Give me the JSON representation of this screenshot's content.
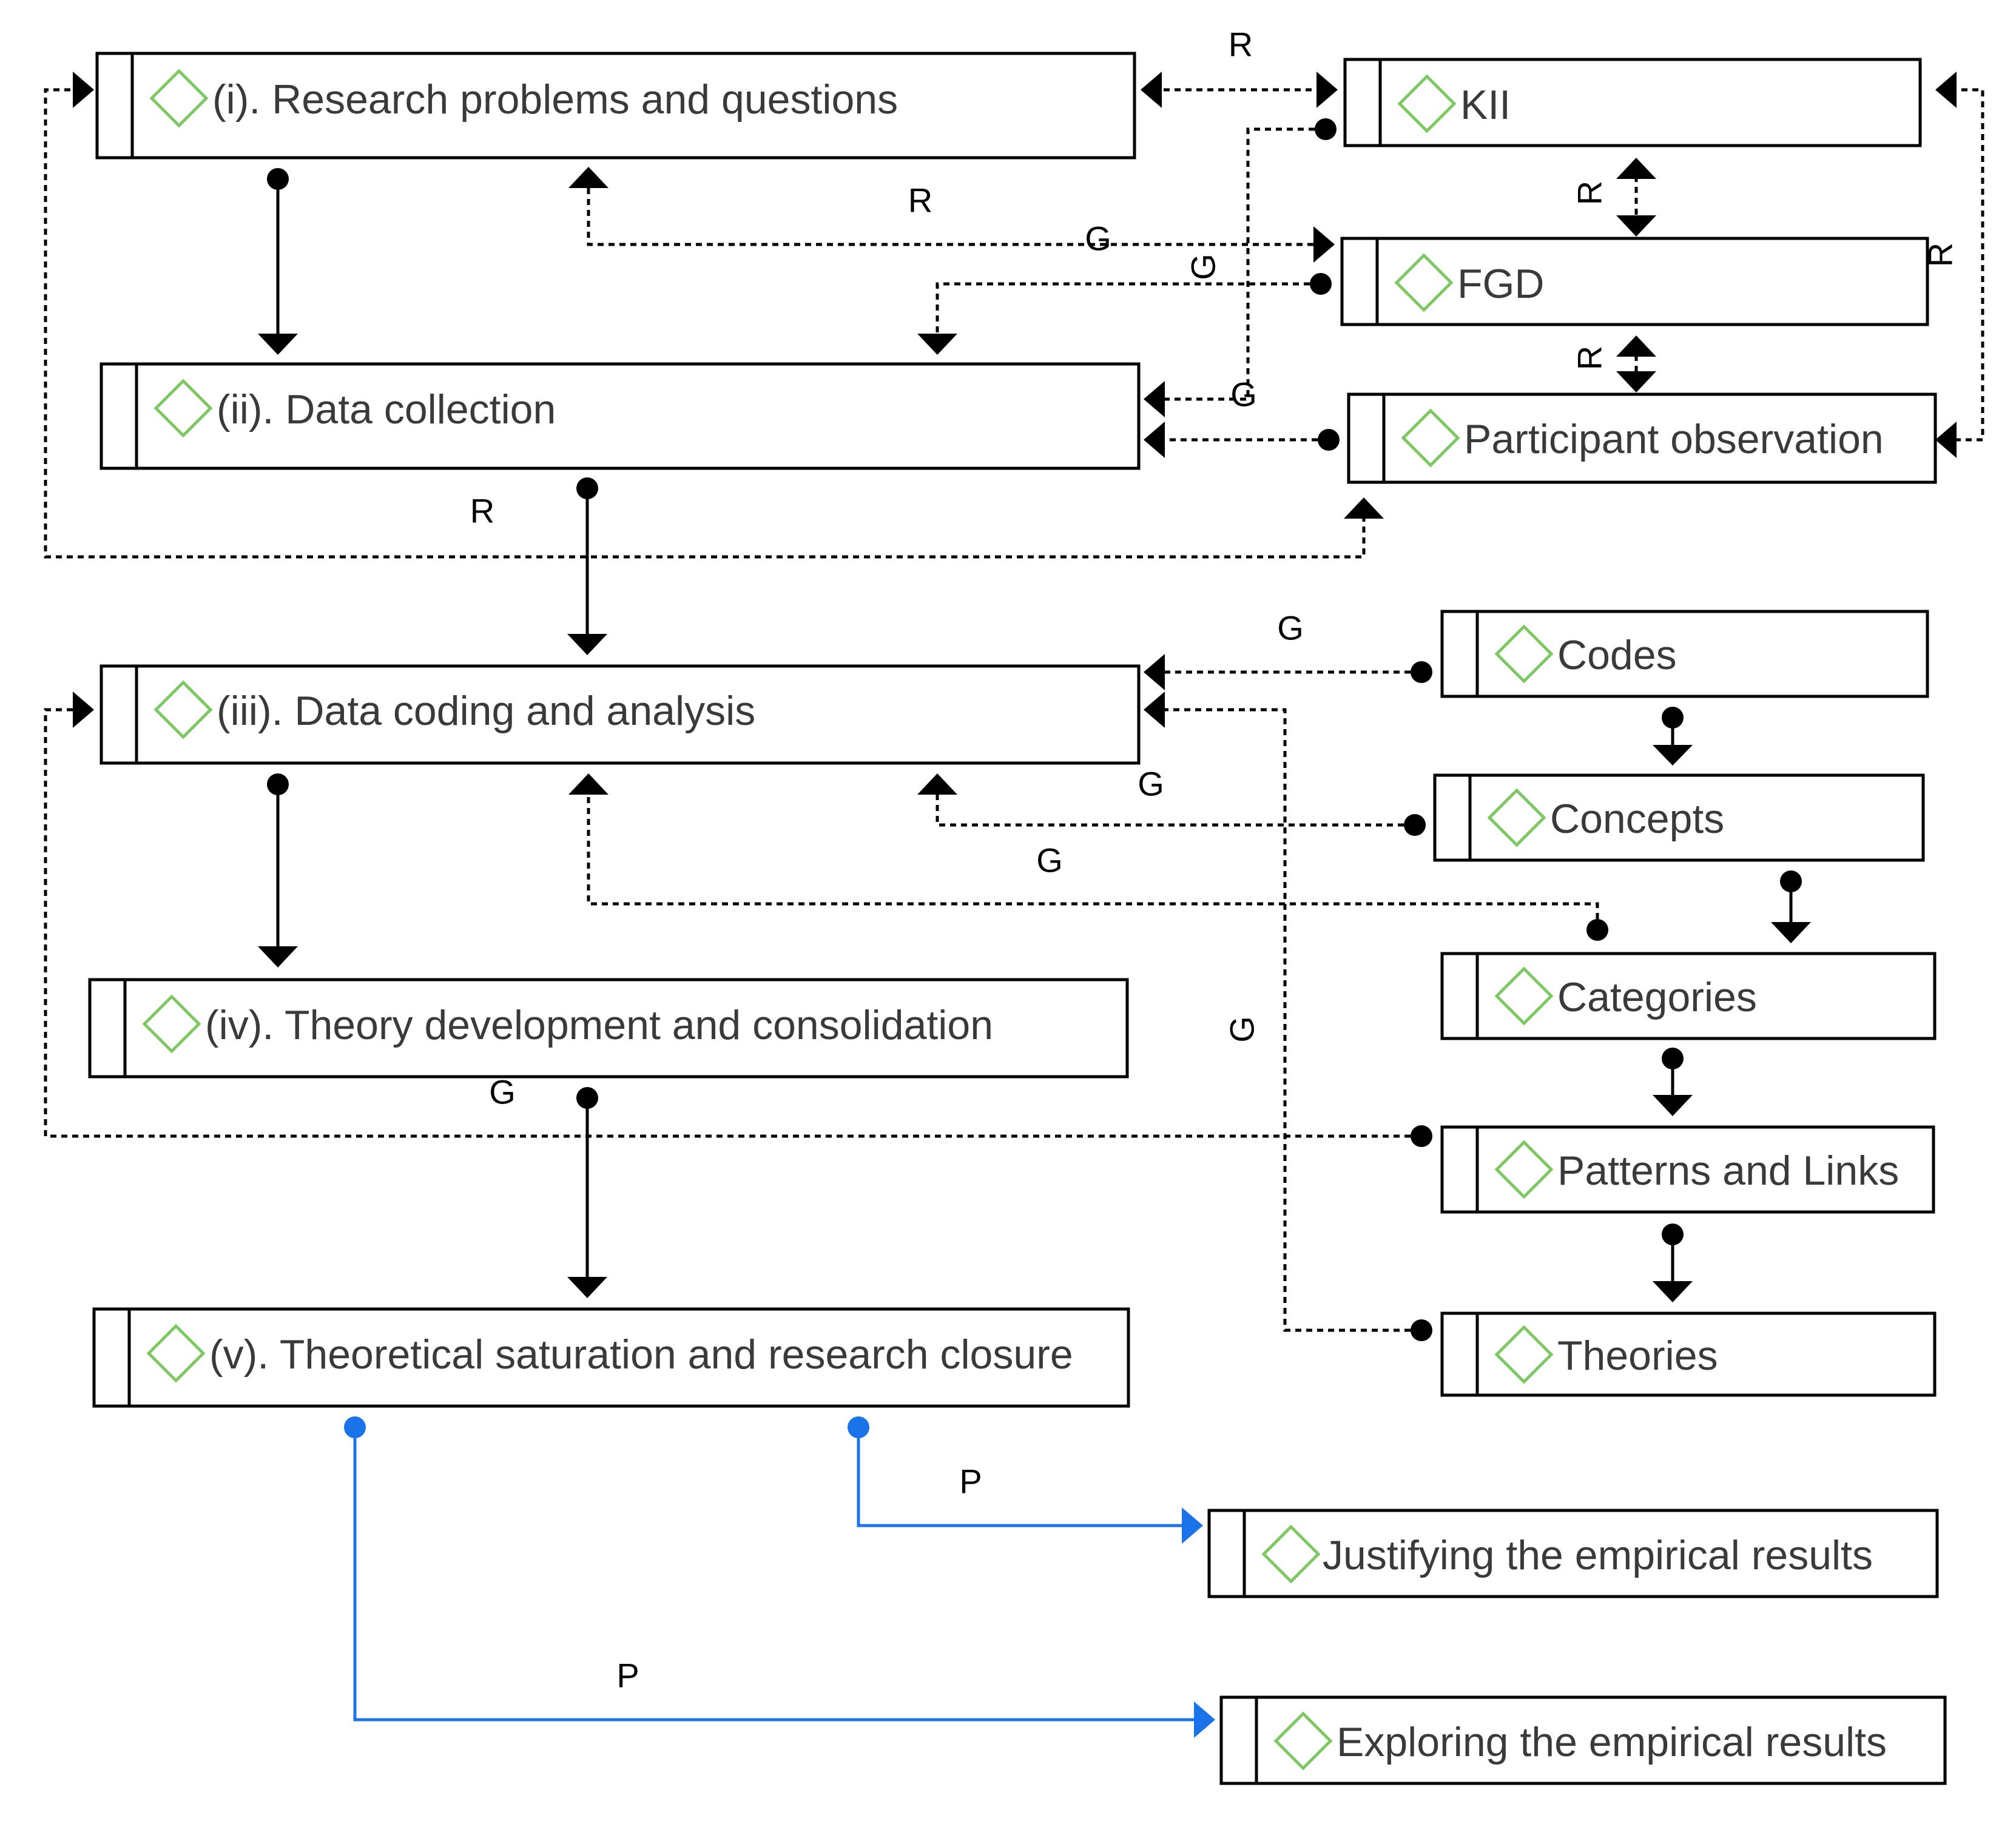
{
  "nodes": {
    "research": "(i). Research problems and questions",
    "collection": "(ii). Data collection",
    "coding": "(iii). Data coding and analysis",
    "theory": "(iv). Theory development and consolidation",
    "saturation": "(v). Theoretical saturation and research closure",
    "kii": "KII",
    "fgd": "FGD",
    "observation": "Participant observation",
    "codes": "Codes",
    "concepts": "Concepts",
    "categories": "Categories",
    "patterns": "Patterns and Links",
    "theories": "Theories",
    "justifying": "Justifying the empirical results",
    "exploring": "Exploring the empirical results"
  },
  "edge_labels": {
    "r": "R",
    "g": "G",
    "p": "P"
  },
  "colors": {
    "diamond": "#7dc863",
    "blue_edge": "#1a73e8"
  }
}
